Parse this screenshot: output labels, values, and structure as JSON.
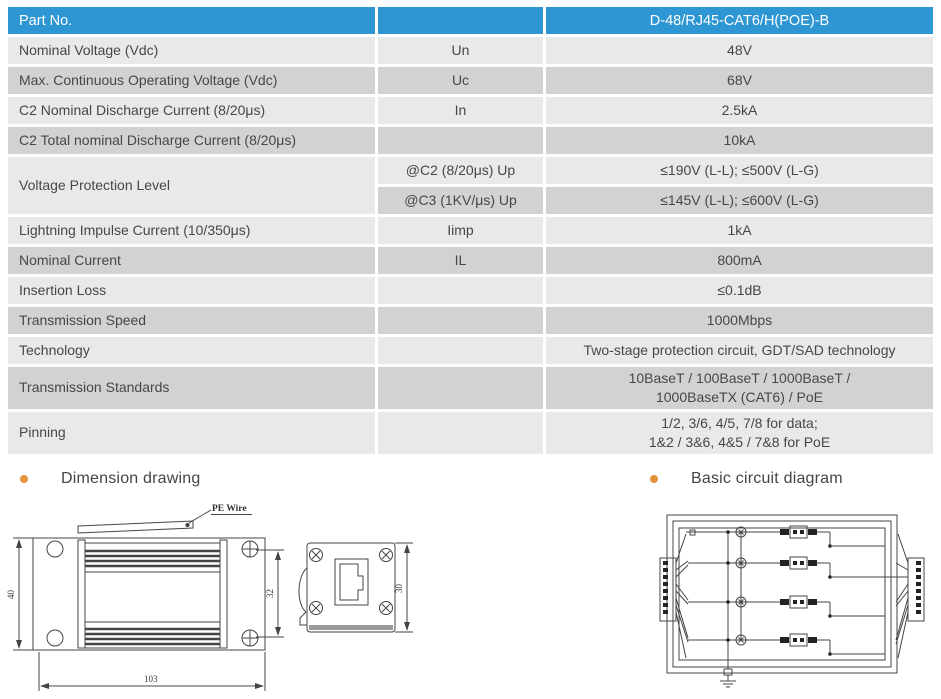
{
  "table": {
    "header": {
      "part_label": "Part No.",
      "symbol_label": "",
      "part_value": "D-48/RJ45-CAT6/H(POE)-B"
    },
    "rows": [
      {
        "param": "Nominal Voltage (Vdc)",
        "symbol": "Un",
        "value": "48V"
      },
      {
        "param": "Max. Continuous Operating Voltage (Vdc)",
        "symbol": "Uc",
        "value": "68V"
      },
      {
        "param": "C2 Nominal Discharge Current (8/20μs)",
        "symbol": "In",
        "value": "2.5kA"
      },
      {
        "param": "C2 Total nominal Discharge Current (8/20μs)",
        "symbol": "",
        "value": "10kA"
      },
      {
        "param": "Voltage Protection Level",
        "symbol": "@C2 (8/20μs) Up",
        "value": "≤190V (L-L);  ≤500V (L-G)"
      },
      {
        "param": "",
        "symbol": "@C3 (1KV/μs) Up",
        "value": "≤145V (L-L);  ≤600V (L-G)"
      },
      {
        "param": "Lightning Impulse Current (10/350μs)",
        "symbol": "Iimp",
        "value": "1kA"
      },
      {
        "param": "Nominal Current",
        "symbol": "IL",
        "value": "800mA"
      },
      {
        "param": "Insertion Loss",
        "symbol": "",
        "value": "≤0.1dB"
      },
      {
        "param": "Transmission Speed",
        "symbol": "",
        "value": "1000Mbps"
      },
      {
        "param": "Technology",
        "symbol": "",
        "value": "Two-stage protection circuit, GDT/SAD technology"
      },
      {
        "param": "Transmission Standards",
        "symbol": "",
        "value": "10BaseT / 100BaseT / 1000BaseT /\n1000BaseTX (CAT6) / PoE"
      },
      {
        "param": "Pinning",
        "symbol": "",
        "value": "1/2, 3/6, 4/5, 7/8 for data;\n1&2 / 3&6, 4&5 / 7&8 for PoE"
      }
    ]
  },
  "sections": {
    "dimension_title": "Dimension drawing",
    "circuit_title": "Basic circuit diagram"
  },
  "dimension_drawing": {
    "pe_wire_label": "PE Wire",
    "height_mm": "40",
    "body_height_mm": "32",
    "length_mm": "103",
    "depth_mm": "30"
  },
  "colors": {
    "header_bg": "#2E96D2",
    "row_light": "#E9E9E9",
    "row_dark": "#D2D2D2",
    "bullet": "#E5933A"
  }
}
